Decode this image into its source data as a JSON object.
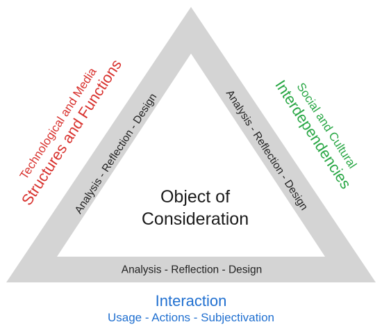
{
  "diagram": {
    "left_side_label": "Analysis - Reflection - Design",
    "right_side_label": "Analysis - Reflection - Design",
    "bottom_side_label": "Analysis - Reflection - Design",
    "center_line1": "Object of",
    "center_line2": "Consideration",
    "left_dimension": {
      "subtitle": "Technological and Media",
      "title": "Structures and Functions",
      "color": "#d8322e"
    },
    "right_dimension": {
      "subtitle": "Social and Cultural",
      "title": "Interdependencies",
      "color": "#29a745"
    },
    "bottom_dimension": {
      "title": "Interaction",
      "subtitle": "Usage - Actions - Subjectivation",
      "color": "#1f6fd0"
    },
    "triangle_color": "#d4d4d4"
  }
}
